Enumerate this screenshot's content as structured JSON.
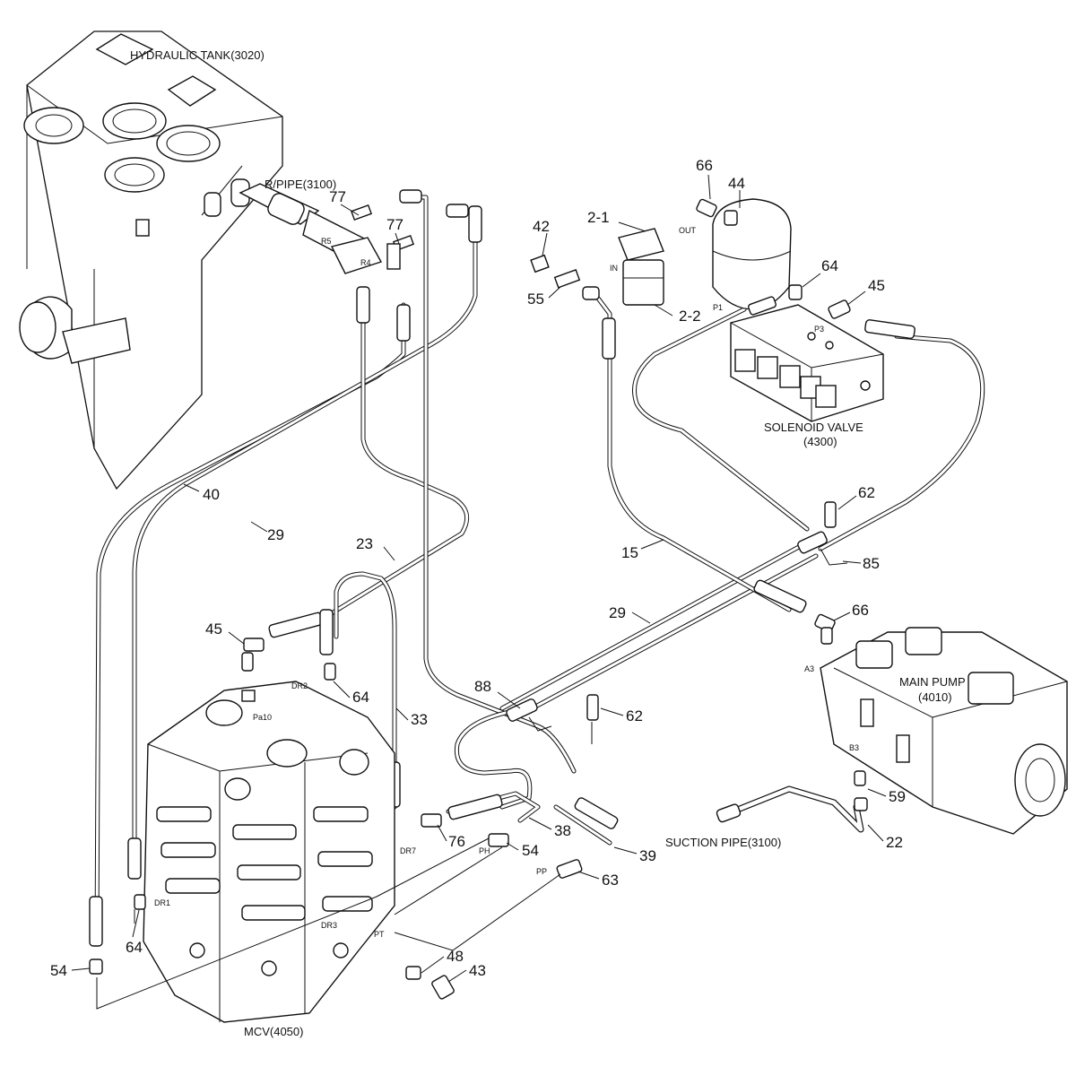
{
  "components": {
    "hydraulic_tank": "HYDRAULIC TANK(3020)",
    "return_pipe": "R/PIPE(3100)",
    "solenoid_valve_line1": "SOLENOID VALVE",
    "solenoid_valve_line2": "(4300)",
    "main_pump_line1": "MAIN PUMP",
    "main_pump_line2": "(4010)",
    "suction_pipe": "SUCTION PIPE(3100)",
    "mcv": "MCV(4050)"
  },
  "callouts": {
    "p40": "40",
    "p29a": "29",
    "p23": "23",
    "p77a": "77",
    "p77b": "77",
    "p42": "42",
    "p2_1": "2-1",
    "p66a": "66",
    "p44": "44",
    "p55": "55",
    "p2_2": "2-2",
    "p64a": "64",
    "p45a": "45",
    "p62a": "62",
    "p85": "85",
    "p15": "15",
    "p29b": "29",
    "p66b": "66",
    "p45b": "45",
    "p64b": "64",
    "p33": "33",
    "p88": "88",
    "p62b": "62",
    "p59": "59",
    "p22": "22",
    "p38": "38",
    "p76": "76",
    "p54a": "54",
    "p39": "39",
    "p63": "63",
    "p64c": "64",
    "p54b": "54",
    "p48": "48",
    "p43": "43"
  },
  "ports": {
    "r5": "R5",
    "r4": "R4",
    "in": "IN",
    "out": "OUT",
    "p1": "P1",
    "p3": "P3",
    "a3": "A3",
    "b3": "B3",
    "dr2": "DR2",
    "pa10": "Pa10",
    "dr1": "DR1",
    "dr7": "DR7",
    "ph": "PH",
    "pp": "PP",
    "dr3": "DR3",
    "pt": "PT"
  }
}
